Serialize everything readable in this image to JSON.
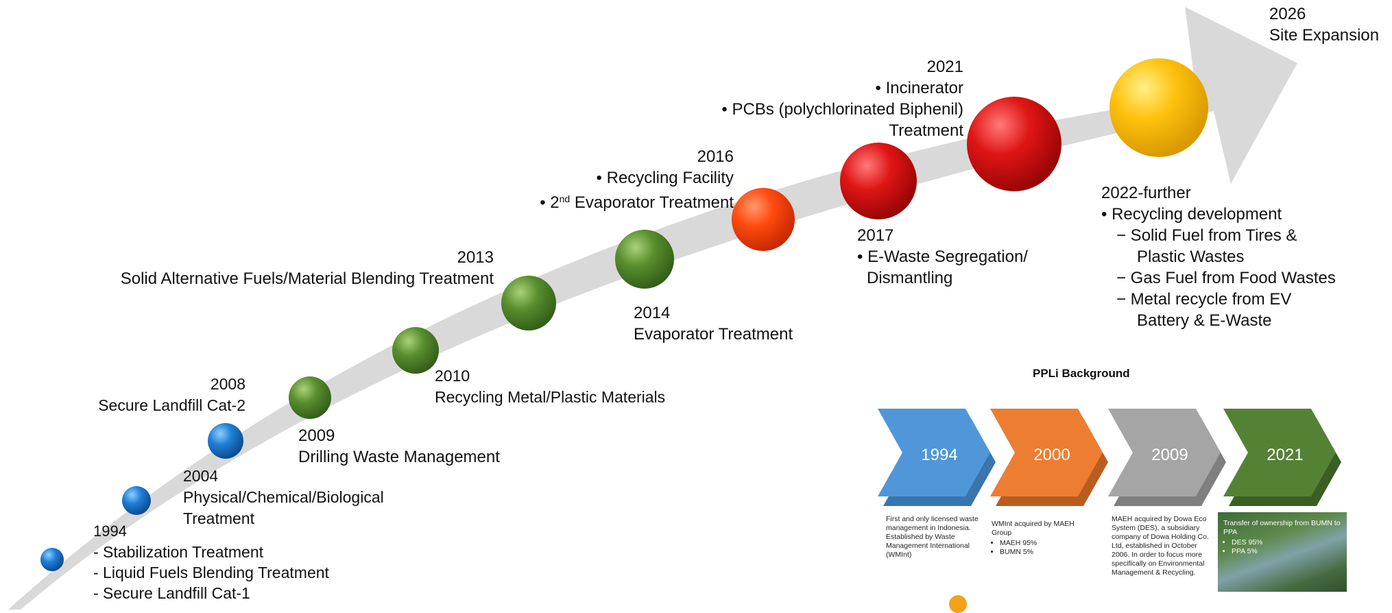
{
  "colors": {
    "arrow": "#d9d9d9",
    "blue": "#1f7fd6",
    "green": "#5a8f2e",
    "orange": "#ff4a10",
    "red": "#e01515",
    "yellow": "#ffc20e",
    "chevron_1994": "#4f97d9",
    "chevron_2000": "#ed7d31",
    "chevron_2009": "#a5a5a5",
    "chevron_2021": "#548235"
  },
  "milestones": [
    {
      "id": "m1994",
      "year": "1994",
      "lines": [
        "- Stabilization Treatment",
        "- Liquid Fuels Blending Treatment",
        "- Secure Landfill Cat-1"
      ],
      "color": "blue"
    },
    {
      "id": "m2004",
      "year": "2004",
      "lines": [
        "Physical/Chemical/Biological",
        "Treatment"
      ],
      "color": "blue"
    },
    {
      "id": "m2008",
      "year": "2008",
      "lines": [
        "Secure Landfill Cat-2"
      ],
      "color": "blue"
    },
    {
      "id": "m2009",
      "year": "2009",
      "lines": [
        "Drilling Waste Management"
      ],
      "color": "green"
    },
    {
      "id": "m2010",
      "year": "2010",
      "lines": [
        "Recycling Metal/Plastic Materials"
      ],
      "color": "green"
    },
    {
      "id": "m2013",
      "year": "2013",
      "lines": [
        "Solid Alternative Fuels/Material Blending Treatment"
      ],
      "color": "green"
    },
    {
      "id": "m2014",
      "year": "2014",
      "lines": [
        "Evaporator Treatment"
      ],
      "color": "green"
    },
    {
      "id": "m2016",
      "year": "2016",
      "bullets": [
        "Recycling Facility",
        "2nd Evaporator Treatment"
      ],
      "color": "orange"
    },
    {
      "id": "m2017",
      "year": "2017",
      "bullets": [
        "E-Waste Segregation/ Dismantling"
      ],
      "color": "red"
    },
    {
      "id": "m2021",
      "year": "2021",
      "bullets": [
        "Incinerator",
        "PCBs (polychlorinated Biphenil) Treatment"
      ],
      "color": "red"
    },
    {
      "id": "m2022",
      "year": "2022-further",
      "bullet": "Recycling development",
      "subitems": [
        "Solid Fuel from Tires & Plastic Wastes",
        "Gas Fuel from Food Wastes",
        "Metal recycle from EV Battery & E-Waste"
      ],
      "color": "yellow"
    },
    {
      "id": "m2026",
      "year": "2026",
      "lines": [
        "Site Expansion"
      ]
    }
  ],
  "ppli": {
    "title": "PPLi Background",
    "chevrons": [
      {
        "year": "1994",
        "desc": "First and only licensed waste management in Indonesia. Established by Waste Management International (WMInt)"
      },
      {
        "year": "2000",
        "desc": "WMInt acquired by MAEH Group",
        "items": [
          "MAEH 95%",
          "BUMN 5%"
        ]
      },
      {
        "year": "2009",
        "desc": "MAEH acquired by Dowa Eco System (DES), a subsidiary company of Dowa Holding Co. Ltd, established in October 2006. In order to focus more specifically on Environmental Management & Recycling."
      },
      {
        "year": "2021",
        "desc": "Transfer of ownership from BUMN to PPA",
        "items": [
          "DES 95%",
          "PPA 5%"
        ]
      }
    ]
  }
}
